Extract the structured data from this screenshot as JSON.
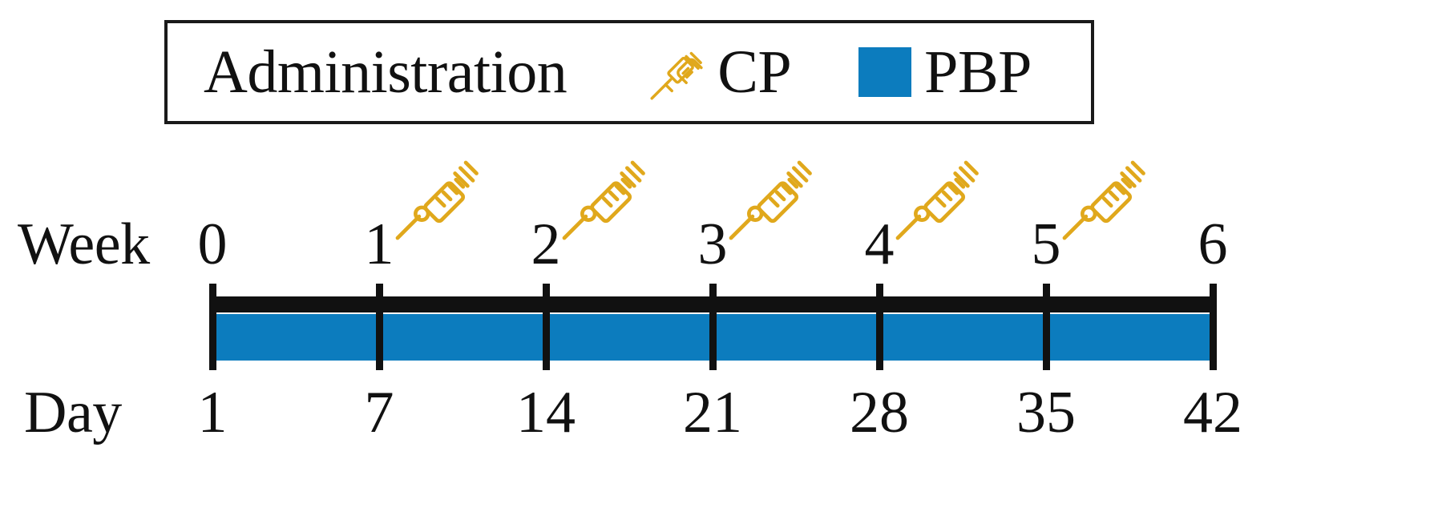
{
  "legend": {
    "title": "Administration",
    "entries": [
      {
        "icon": "syringe-icon",
        "label": "CP",
        "color": "#e0a81c"
      },
      {
        "icon": "color-swatch",
        "label": "PBP",
        "color": "#0c7cbe"
      }
    ]
  },
  "timeline": {
    "week_row_label": "Week",
    "day_row_label": "Day",
    "weeks": [
      "0",
      "1",
      "2",
      "3",
      "4",
      "5",
      "6"
    ],
    "days": [
      "1",
      "7",
      "14",
      "21",
      "28",
      "35",
      "42"
    ],
    "bar_color": "#0c7cbe",
    "axis_color": "#111111",
    "syringe_color": "#e0a81c",
    "injection_weeks": [
      1,
      2,
      3,
      4,
      5
    ]
  },
  "chart_data": {
    "type": "table",
    "title": "Administration",
    "xlabel": "Week",
    "categories": [
      "0",
      "1",
      "2",
      "3",
      "4",
      "5",
      "6"
    ],
    "series": [
      {
        "name": "CP",
        "values": [
          0,
          1,
          1,
          1,
          1,
          1,
          0
        ]
      },
      {
        "name": "PBP",
        "values": [
          1,
          1,
          1,
          1,
          1,
          1,
          1
        ]
      }
    ],
    "x_secondary_label": "Day",
    "x_secondary_ticks": [
      "1",
      "7",
      "14",
      "21",
      "28",
      "35",
      "42"
    ],
    "grid": false,
    "legend_position": "top"
  }
}
